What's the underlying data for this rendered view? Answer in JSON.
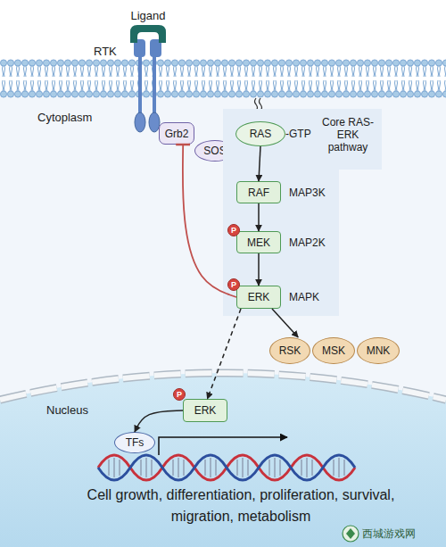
{
  "diagram": {
    "nodes": [
      {
        "text": [
          "Grb2"
        ]
      },
      {
        "text": [
          "SOS"
        ]
      },
      {
        "text": [
          "Core RAS-ERK pathway"
        ]
      },
      {
        "text": [
          "RAS",
          "-GTP"
        ],
        "in": 2
      },
      {
        "text": [
          "RAF",
          "MAP3K"
        ],
        "in": 2
      },
      {
        "text": [
          "P"
        ],
        "in": 2
      },
      {
        "text": [
          "MEK",
          "MAP2K"
        ],
        "in": 2
      },
      {
        "text": [
          "P"
        ],
        "in": 2
      },
      {
        "text": [
          "ERK",
          "MAPK"
        ],
        "in": 2
      },
      {
        "text": [
          "RSK"
        ]
      },
      {
        "text": [
          "MSK"
        ]
      },
      {
        "text": [
          "MNK"
        ]
      },
      {
        "text": [
          "Nucleus"
        ]
      },
      {
        "text": [
          "P"
        ],
        "in": 12
      },
      {
        "text": [
          "ERK"
        ],
        "in": 12
      },
      {
        "text": [
          "TFs"
        ],
        "in": 12
      }
    ],
    "edges": [
      {
        "from": 3,
        "to": 4,
        "arrow": "to"
      },
      {
        "from": 4,
        "to": 6,
        "arrow": "to"
      },
      {
        "from": 6,
        "to": 8,
        "arrow": "to"
      },
      {
        "from": 8,
        "to": 0,
        "arrow": "to"
      },
      {
        "from": 8,
        "to": 14,
        "arrow": "to"
      },
      {
        "from": 8,
        "to": 9,
        "arrow": "to"
      },
      {
        "from": 14,
        "to": 15,
        "arrow": "to"
      }
    ],
    "labels": [
      "Ligand",
      "RTK",
      "Cytoplasm",
      "Cell growth, differentiation, proliferation, survival, migration, metabolism",
      "西城游戏网"
    ]
  }
}
